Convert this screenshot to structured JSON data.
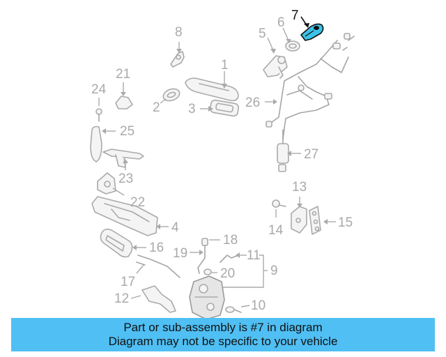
{
  "diagram": {
    "callouts": [
      {
        "id": "1",
        "label": "1"
      },
      {
        "id": "2",
        "label": "2"
      },
      {
        "id": "3",
        "label": "3"
      },
      {
        "id": "4",
        "label": "4"
      },
      {
        "id": "5",
        "label": "5"
      },
      {
        "id": "6",
        "label": "6"
      },
      {
        "id": "7",
        "label": "7"
      },
      {
        "id": "8",
        "label": "8"
      },
      {
        "id": "9",
        "label": "9"
      },
      {
        "id": "10",
        "label": "10"
      },
      {
        "id": "11",
        "label": "11"
      },
      {
        "id": "12",
        "label": "12"
      },
      {
        "id": "13",
        "label": "13"
      },
      {
        "id": "14",
        "label": "14"
      },
      {
        "id": "15",
        "label": "15"
      },
      {
        "id": "16",
        "label": "16"
      },
      {
        "id": "17",
        "label": "17"
      },
      {
        "id": "18",
        "label": "18"
      },
      {
        "id": "19",
        "label": "19"
      },
      {
        "id": "20",
        "label": "20"
      },
      {
        "id": "21",
        "label": "21"
      },
      {
        "id": "22",
        "label": "22"
      },
      {
        "id": "23",
        "label": "23"
      },
      {
        "id": "24",
        "label": "24"
      },
      {
        "id": "25",
        "label": "25"
      },
      {
        "id": "26",
        "label": "26"
      },
      {
        "id": "27",
        "label": "27"
      }
    ],
    "highlighted_part": "7",
    "highlight_color": "#3cc2e8",
    "part_color": "#a9a9a9"
  },
  "banner": {
    "line1": "Part or sub-assembly is #7 in diagram",
    "line2": "Diagram may not be specific to your vehicle",
    "background_color": "#4fbff4"
  }
}
